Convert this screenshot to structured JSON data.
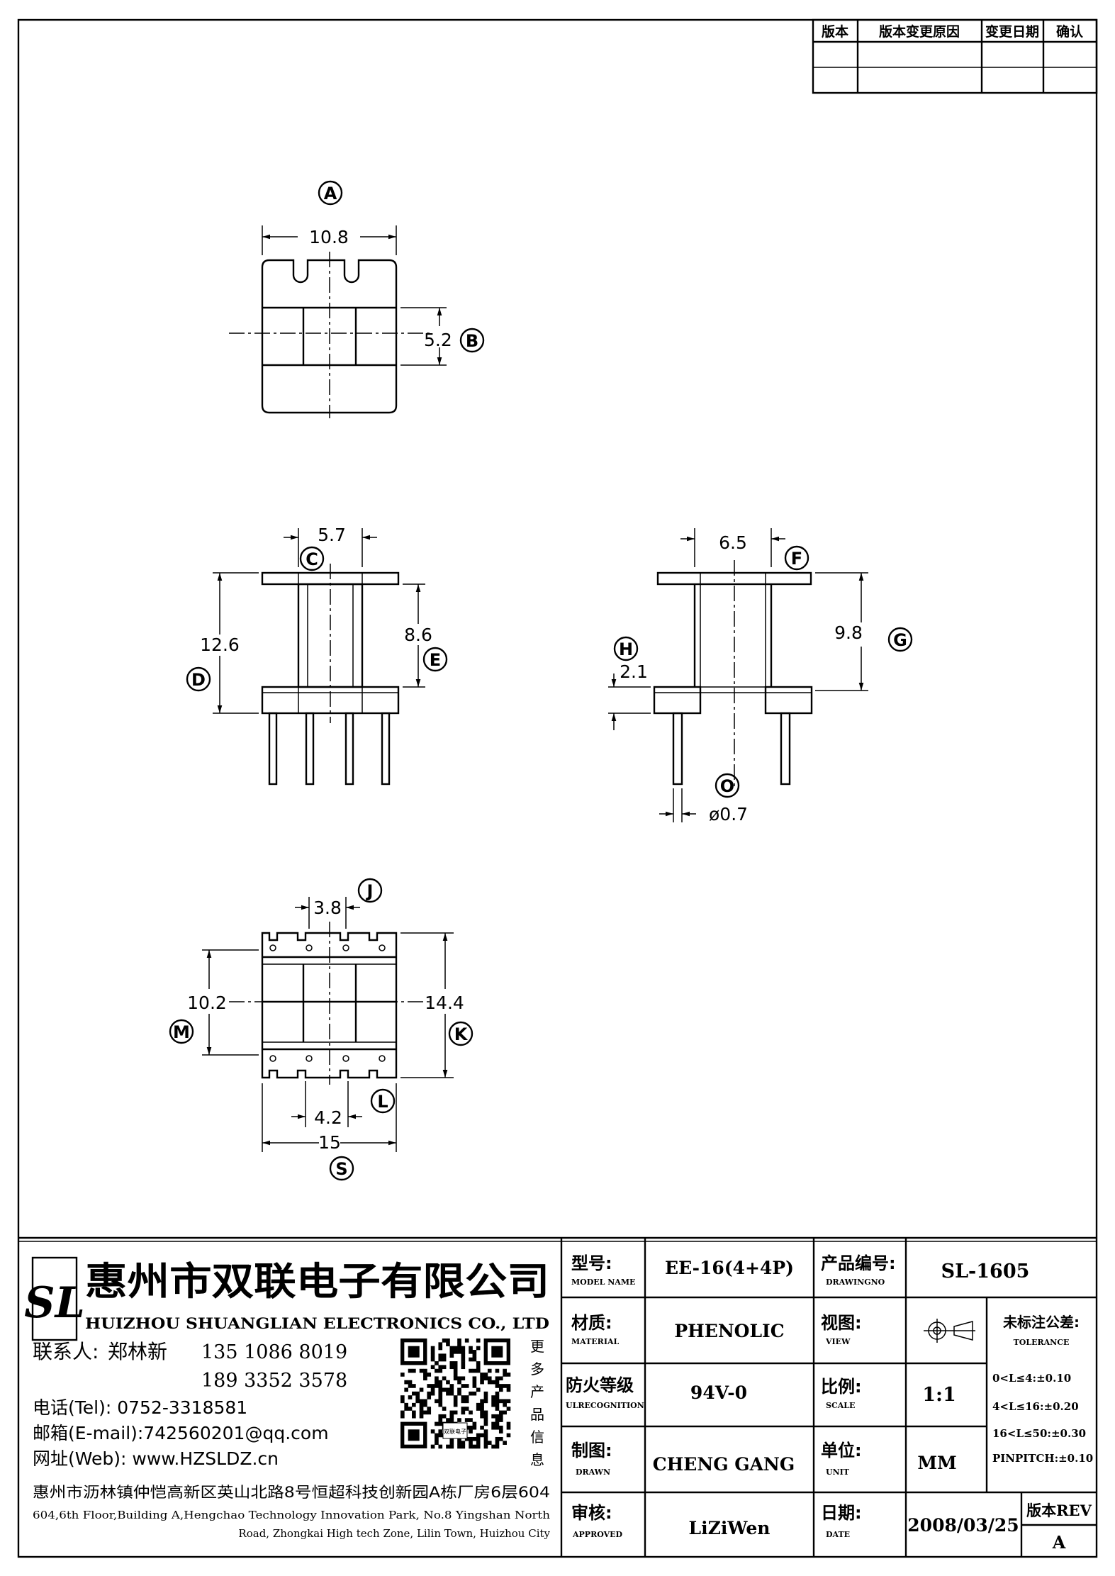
{
  "revision_table": {
    "headers": [
      "版本",
      "版本变更原因",
      "变更日期",
      "确认"
    ]
  },
  "dimensions": {
    "A": {
      "letter": "A",
      "value": "10.8"
    },
    "B": {
      "letter": "B",
      "value": "5.2"
    },
    "C": {
      "letter": "C",
      "value": "5.7"
    },
    "D": {
      "letter": "D",
      "value": "12.6"
    },
    "E": {
      "letter": "E",
      "value": "8.6"
    },
    "F": {
      "letter": "F",
      "value": "6.5"
    },
    "G": {
      "letter": "G",
      "value": "9.8"
    },
    "H": {
      "letter": "H",
      "value": "2.1"
    },
    "O": {
      "letter": "O",
      "value": "ø0.7"
    },
    "J": {
      "letter": "J",
      "value": "3.8"
    },
    "M": {
      "letter": "M",
      "value": "10.2"
    },
    "K": {
      "letter": "K",
      "value": "14.4"
    },
    "L": {
      "letter": "L",
      "value": "4.2"
    },
    "S": {
      "letter": "S",
      "value": "15"
    }
  },
  "company": {
    "logo_letters": "SL",
    "name_cn": "惠州市双联电子有限公司",
    "name_en": "HUIZHOU SHUANGLIAN ELECTRONICS CO., LTD",
    "contact_label": "联系人:",
    "contact_name": "郑林新",
    "phone1": "135 1086 8019",
    "phone2": "189 3352 3578",
    "tel": "电话(Tel): 0752-3318581",
    "email": "邮箱(E-mail):742560201@qq.com",
    "web": "网址(Web): www.HZSLDZ.cn",
    "qr_caption": [
      "更",
      "多",
      "产",
      "品",
      "信",
      "息"
    ],
    "qr_center": "双联电子",
    "address_cn": "惠州市沥林镇仲恺高新区英山北路8号恒超科技创新园A栋厂房6层604",
    "address_en_1": "604,6th Floor,Building A,Hengchao Technology Innovation Park, No.8 Yingshan North",
    "address_en_2": "Road, Zhongkai High tech Zone, Lilin Town, Huizhou City"
  },
  "title_block": {
    "model_label_cn": "型号:",
    "model_label_en": "MODEL NAME",
    "model": "EE-16(4+4P)",
    "drawingno_label_cn": "产品编号:",
    "drawingno_label_en": "DRAWINGNO",
    "drawingno": "SL-1605",
    "material_label_cn": "材质:",
    "material_label_en": "MATERIAL",
    "material": "PHENOLIC",
    "view_label_cn": "视图:",
    "view_label_en": "VIEW",
    "tolerance_label_cn": "未标注公差:",
    "tolerance_label_en": "TOLERANCE",
    "fire_label_cn": "防火等级",
    "fire_label_en": "ULRECOGNITION",
    "fire": "94V-0",
    "scale_label_cn": "比例:",
    "scale_label_en": "SCALE",
    "scale": "1:1",
    "tolerances": [
      "0<L≤4:±0.10",
      "4<L≤16:±0.20",
      "16<L≤50:±0.30",
      "PINPITCH:±0.10"
    ],
    "drawn_label_cn": "制图:",
    "drawn_label_en": "DRAWN",
    "drawn": "CHENG GANG",
    "unit_label_cn": "单位:",
    "unit_label_en": "UNIT",
    "unit": "MM",
    "approved_label_cn": "审核:",
    "approved_label_en": "APPROVED",
    "approved": "LiZiWen",
    "date_label_cn": "日期:",
    "date_label_en": "DATE",
    "date": "2008/03/25",
    "rev_label": "版本REV",
    "rev": "A"
  }
}
